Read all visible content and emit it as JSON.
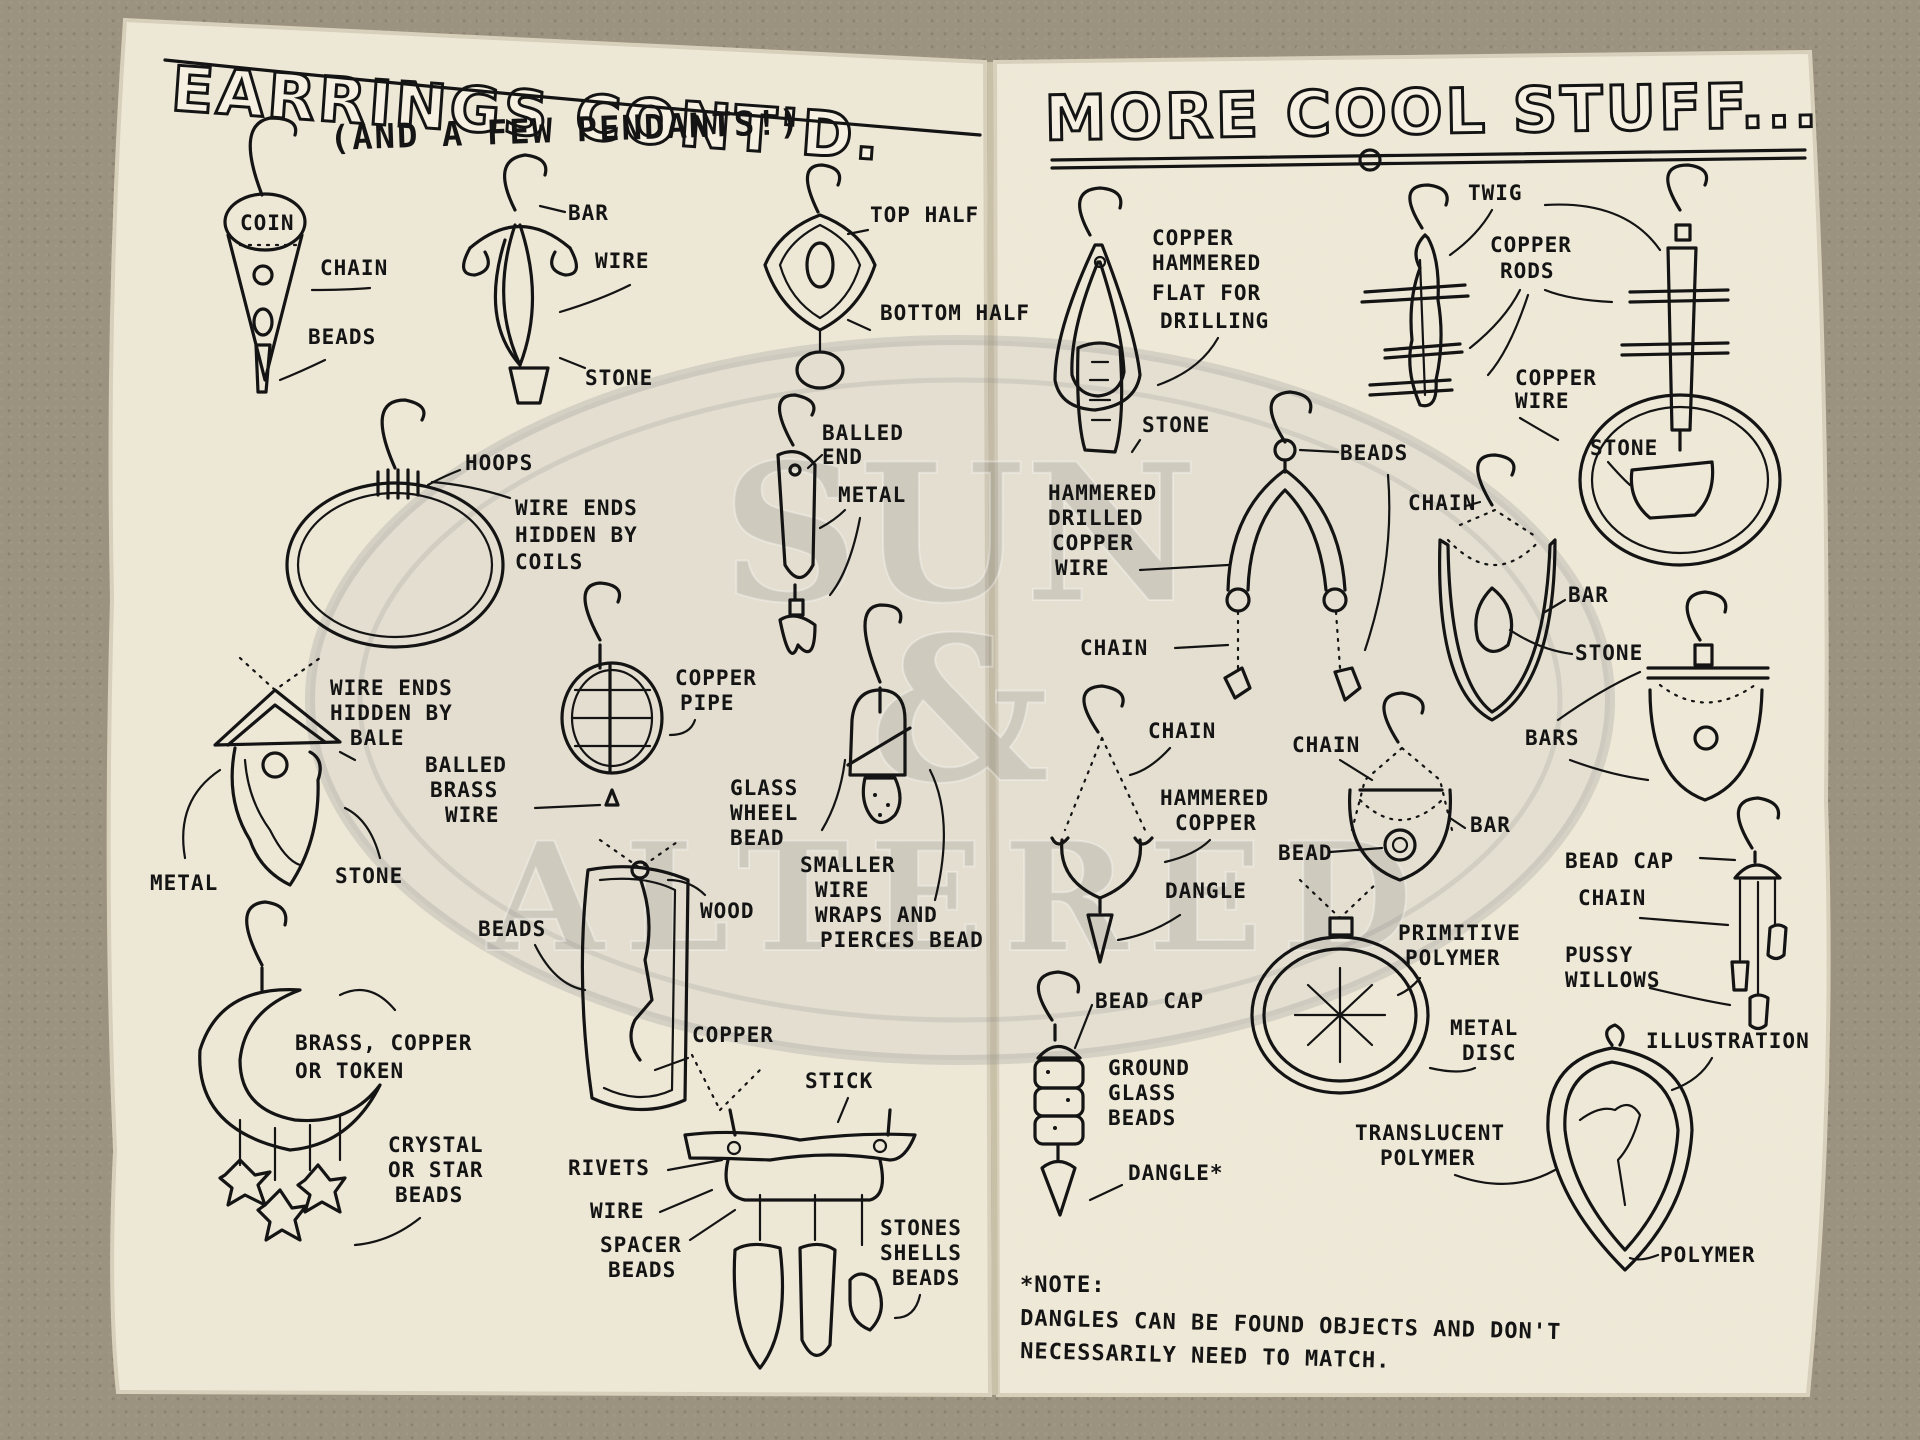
{
  "left_page": {
    "title": "EARRINGS CONT'D.",
    "subtitle": "(AND A FEW PENDANTS!)",
    "labels": {
      "coin": "COIN",
      "chain": "CHAIN",
      "beads": "BEADS",
      "bar": "BAR",
      "wire": "WIRE",
      "stone": "STONE",
      "top_half": "TOP HALF",
      "bottom_half": "BOTTOM HALF",
      "hoops": "HOOPS",
      "wire_ends_coils_1": "WIRE ENDS",
      "wire_ends_coils_2": "HIDDEN BY",
      "wire_ends_coils_3": "COILS",
      "balled_end_1": "BALLED",
      "balled_end_2": "END",
      "metal": "METAL",
      "wire_ends_bale_1": "WIRE ENDS",
      "wire_ends_bale_2": "HIDDEN BY",
      "wire_ends_bale_3": "BALE",
      "copper_pipe_1": "COPPER",
      "copper_pipe_2": "PIPE",
      "balled_brass_1": "BALLED",
      "balled_brass_2": "BRASS",
      "balled_brass_3": "WIRE",
      "glass_wheel_1": "GLASS",
      "glass_wheel_2": "WHEEL",
      "glass_wheel_3": "BEAD",
      "metal_2": "METAL",
      "stone_2": "STONE",
      "beads_2": "BEADS",
      "wood": "WOOD",
      "smaller_1": "SMALLER",
      "smaller_2": "WIRE",
      "smaller_3": "WRAPS AND",
      "smaller_4": "PIERCES BEAD",
      "brass_1": "BRASS, COPPER",
      "brass_2": "OR TOKEN",
      "copper": "COPPER",
      "stick": "STICK",
      "crystal_1": "CRYSTAL",
      "crystal_2": "OR STAR",
      "crystal_3": "BEADS",
      "rivets": "RIVETS",
      "wire_2": "WIRE",
      "spacer_1": "SPACER",
      "spacer_2": "BEADS",
      "stones_1": "STONES",
      "stones_2": "SHELLS",
      "stones_3": "BEADS"
    }
  },
  "right_page": {
    "title": "MORE COOL STUFF...",
    "labels": {
      "copper_flat_1": "COPPER",
      "copper_flat_2": "HAMMERED",
      "copper_flat_3": "FLAT FOR",
      "copper_flat_4": "DRILLING",
      "twig": "TWIG",
      "copper_rods_1": "COPPER",
      "copper_rods_2": "RODS",
      "stone": "STONE",
      "beads": "BEADS",
      "copper_wire_1": "COPPER",
      "copper_wire_2": "WIRE",
      "hammered_1": "HAMMERED",
      "hammered_2": "DRILLED",
      "hammered_3": "COPPER",
      "hammered_4": "WIRE",
      "chain": "CHAIN",
      "stone_small": "STONE",
      "chain_2": "CHAIN",
      "bar": "BAR",
      "stone_2": "STONE",
      "chain_3": "CHAIN",
      "chain_4": "CHAIN",
      "bars": "BARS",
      "hammered_copper_1": "HAMMERED",
      "hammered_copper_2": "COPPER",
      "bead": "BEAD",
      "bar_2": "BAR",
      "dangle": "DANGLE",
      "bead_cap": "BEAD CAP",
      "chain_5": "CHAIN",
      "primitive_1": "PRIMITIVE",
      "primitive_2": "POLYMER",
      "pussy_1": "PUSSY",
      "pussy_2": "WILLOWS",
      "bead_cap_2": "BEAD CAP",
      "ground_1": "GROUND",
      "ground_2": "GLASS",
      "ground_3": "BEADS",
      "metal_disc_1": "METAL",
      "metal_disc_2": "DISC",
      "illustration": "ILLUSTRATION",
      "translucent_1": "TRANSLUCENT",
      "translucent_2": "POLYMER",
      "dangle_2": "DANGLE*",
      "polymer": "POLYMER"
    },
    "note": {
      "heading": "*NOTE:",
      "line1": "DANGLES CAN BE FOUND OBJECTS AND DON'T",
      "line2": "NECESSARILY NEED TO MATCH."
    }
  },
  "watermark": {
    "line1": "SUN",
    "line2": "&",
    "line3": "ALTERED"
  },
  "colors": {
    "paper": "#efe9d8",
    "ink": "#141414",
    "carpet": "#9b937f"
  }
}
